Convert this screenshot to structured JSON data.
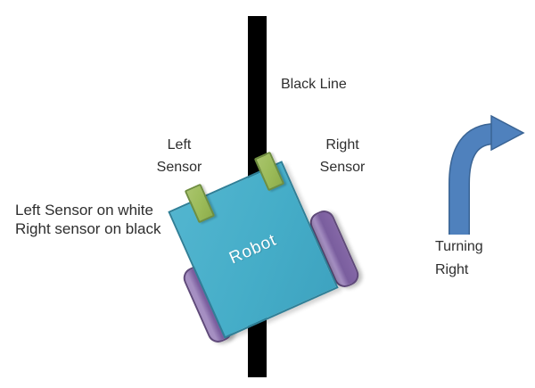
{
  "labels": {
    "black_line": "Black Line",
    "left_sensor": "Left\nSensor",
    "right_sensor": "Right\nSensor",
    "condition_note": "Left Sensor on white\nRight sensor on black",
    "robot": "Robot",
    "turning": "Turning\nRight"
  },
  "colors": {
    "black_line": "#000000",
    "robot_body_fill": "#45adc8",
    "robot_body_border": "#2e7f97",
    "sensor_fill": "#9bbb59",
    "sensor_border": "#6f8e3f",
    "wheel_fill": "#8064a2",
    "wheel_border": "#5f497a",
    "arrow_fill": "#4f81bd",
    "arrow_outline": "#3a6494",
    "text": "#2e2e2e",
    "background": "#ffffff"
  }
}
